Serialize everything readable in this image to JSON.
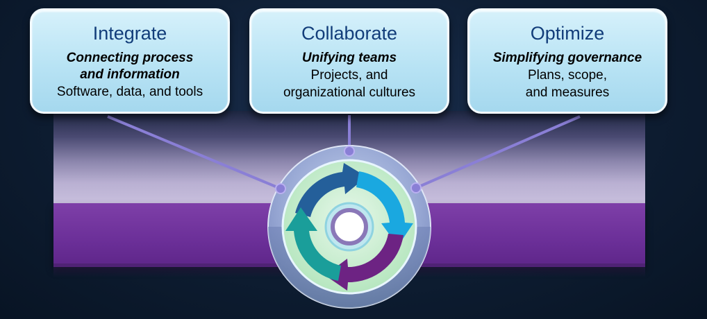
{
  "columns": [
    {
      "title": "Integrate",
      "subtitle": "Connecting process\nand information",
      "description": "Software, data, and tools"
    },
    {
      "title": "Collaborate",
      "subtitle": "Unifying teams",
      "description": "Projects, and\norganizational cultures"
    },
    {
      "title": "Optimize",
      "subtitle": "Simplifying governance",
      "description": "Plans, scope,\nand measures"
    }
  ],
  "colors": {
    "box_fill": "#b8e3f4",
    "title_text": "#123d7a",
    "connector": "#8a7fd6",
    "purple_band": "#6b2f98",
    "arrow_navy": "#245f9a",
    "arrow_cyan": "#1aa8e0",
    "arrow_purple": "#6d2383",
    "arrow_teal": "#1a9e9a"
  },
  "icons": [
    "cycle-arrows-icon"
  ]
}
